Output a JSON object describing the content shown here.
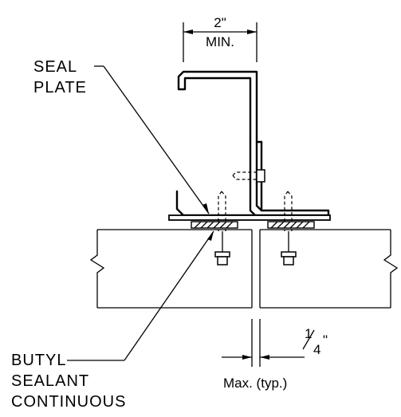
{
  "labels": {
    "seal_plate": [
      "SEAL",
      "PLATE"
    ],
    "butyl_sealant": [
      "BUTYL",
      "SEALANT",
      "CONTINUOUS"
    ]
  },
  "dimensions": {
    "top_value": "2\"",
    "top_note": "MIN.",
    "gap_num": "1",
    "gap_den": "4",
    "gap_inch": "\"",
    "gap_note": "Max. (typ.)"
  }
}
